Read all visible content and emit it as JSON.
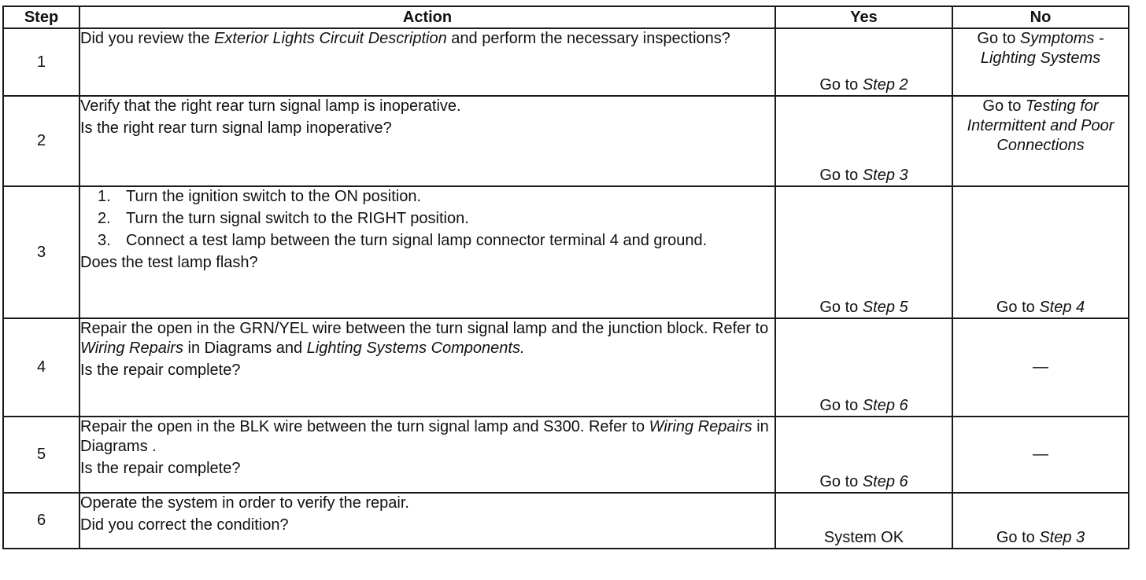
{
  "headers": {
    "step": "Step",
    "action": "Action",
    "yes": "Yes",
    "no": "No"
  },
  "rows": [
    {
      "step": "1",
      "action": [
        {
          "text": "Did you review the "
        },
        {
          "text": "Exterior Lights Circuit Description",
          "italic": true
        },
        {
          "text": " and perform the necessary inspections?"
        }
      ],
      "yes": [
        {
          "text": "Go to "
        },
        {
          "text": "Step 2",
          "italic": true
        }
      ],
      "no": [
        {
          "text": "Go to "
        },
        {
          "text": "Symptoms - Lighting Systems",
          "italic": true
        }
      ]
    },
    {
      "step": "2",
      "action_lines": [
        "Verify that the right rear turn signal lamp is inoperative.",
        "Is the right rear turn signal lamp inoperative?"
      ],
      "yes": [
        {
          "text": "Go to "
        },
        {
          "text": "Step 3",
          "italic": true
        }
      ],
      "no": [
        {
          "text": "Go to "
        },
        {
          "text": "Testing for Intermittent and Poor Connections",
          "italic": true
        }
      ]
    },
    {
      "step": "3",
      "action_list": [
        {
          "num": "1.",
          "text": "Turn the ignition switch to the ON position."
        },
        {
          "num": "2.",
          "text": "Turn the turn signal switch to the RIGHT position."
        },
        {
          "num": "3.",
          "text": "Connect a test lamp between the turn signal lamp connector terminal 4 and ground."
        }
      ],
      "question": "Does the test lamp flash?",
      "yes": [
        {
          "text": "Go to "
        },
        {
          "text": "Step 5",
          "italic": true
        }
      ],
      "no": [
        {
          "text": "Go to "
        },
        {
          "text": "Step 4",
          "italic": true
        }
      ]
    },
    {
      "step": "4",
      "action": [
        {
          "text": "Repair the open in the GRN/YEL wire between the turn signal lamp and the junction block. Refer to "
        },
        {
          "text": "Wiring Repairs",
          "italic": true
        },
        {
          "text": " in  Diagrams and "
        },
        {
          "text": "Lighting Systems Components.",
          "italic": true
        }
      ],
      "question": "Is the repair complete?",
      "yes": [
        {
          "text": "Go to "
        },
        {
          "text": "Step 6",
          "italic": true
        }
      ],
      "no": "—"
    },
    {
      "step": "5",
      "action": [
        {
          "text": "Repair the open in the BLK wire between the turn signal lamp and S300. Refer to "
        },
        {
          "text": "Wiring Repairs",
          "italic": true
        },
        {
          "text": " in Diagrams ."
        }
      ],
      "question": "Is the repair complete?",
      "yes": [
        {
          "text": "Go to "
        },
        {
          "text": "Step 6",
          "italic": true
        }
      ],
      "no": "—"
    },
    {
      "step": "6",
      "action_lines": [
        "Operate the system in order to verify the repair.",
        "Did you correct the condition?"
      ],
      "yes": [
        {
          "text": "System OK"
        }
      ],
      "no": [
        {
          "text": "Go to "
        },
        {
          "text": "Step 3",
          "italic": true
        }
      ]
    }
  ]
}
